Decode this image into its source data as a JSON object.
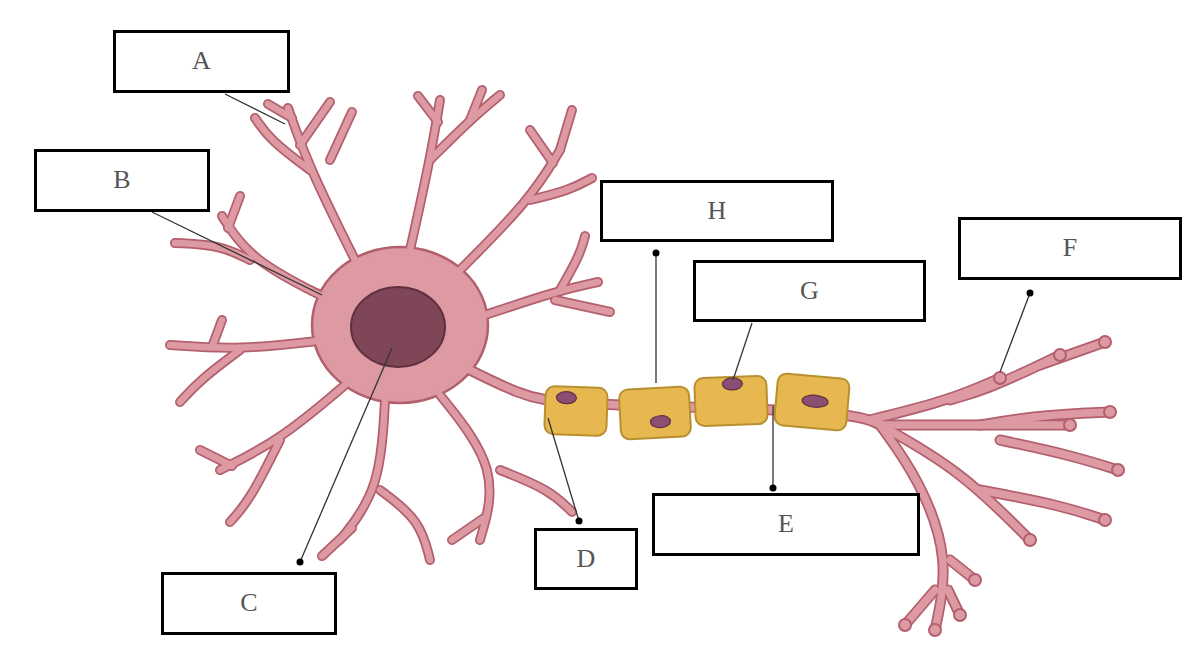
{
  "diagram": {
    "nodes": [
      {
        "text": [
          "A"
        ]
      },
      {
        "text": [
          "B"
        ]
      },
      {
        "text": [
          "H"
        ]
      },
      {
        "text": [
          "F"
        ]
      },
      {
        "text": [
          "G"
        ]
      },
      {
        "text": [
          "C"
        ]
      },
      {
        "text": [
          "D"
        ]
      },
      {
        "text": [
          "E"
        ]
      }
    ]
  }
}
